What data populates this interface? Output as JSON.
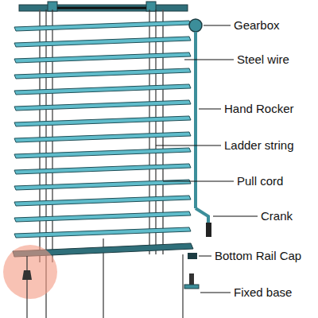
{
  "diagram": {
    "labels": [
      "Gearbox",
      "Steel wire",
      "Hand Rocker",
      "Ladder string",
      "Pull cord",
      "Crank",
      "Bottom Rail Cap",
      "Fixed base"
    ]
  }
}
